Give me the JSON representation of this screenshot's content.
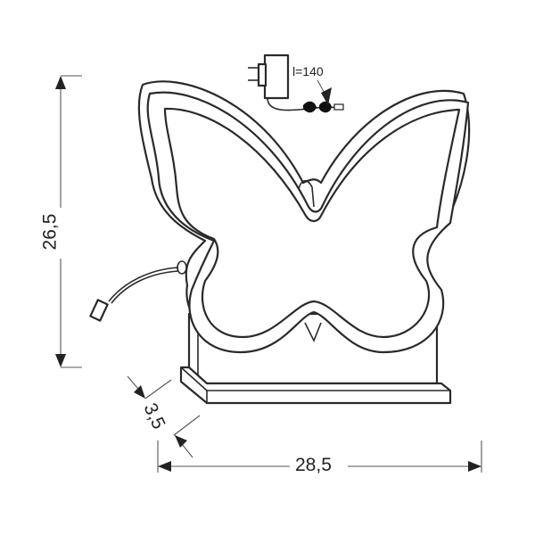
{
  "diagram": {
    "subject": "Butterfly-shaped LED table lamp on base",
    "dimensions": {
      "height": "26,5",
      "width": "28,5",
      "depth": "3,5",
      "cable_length": "l=140"
    },
    "components": [
      "butterfly-frame",
      "base-stand",
      "power-adapter",
      "cable-with-switch",
      "side-cable-plug"
    ],
    "colors": {
      "line": "#2a2a2a",
      "background": "#ffffff"
    }
  }
}
